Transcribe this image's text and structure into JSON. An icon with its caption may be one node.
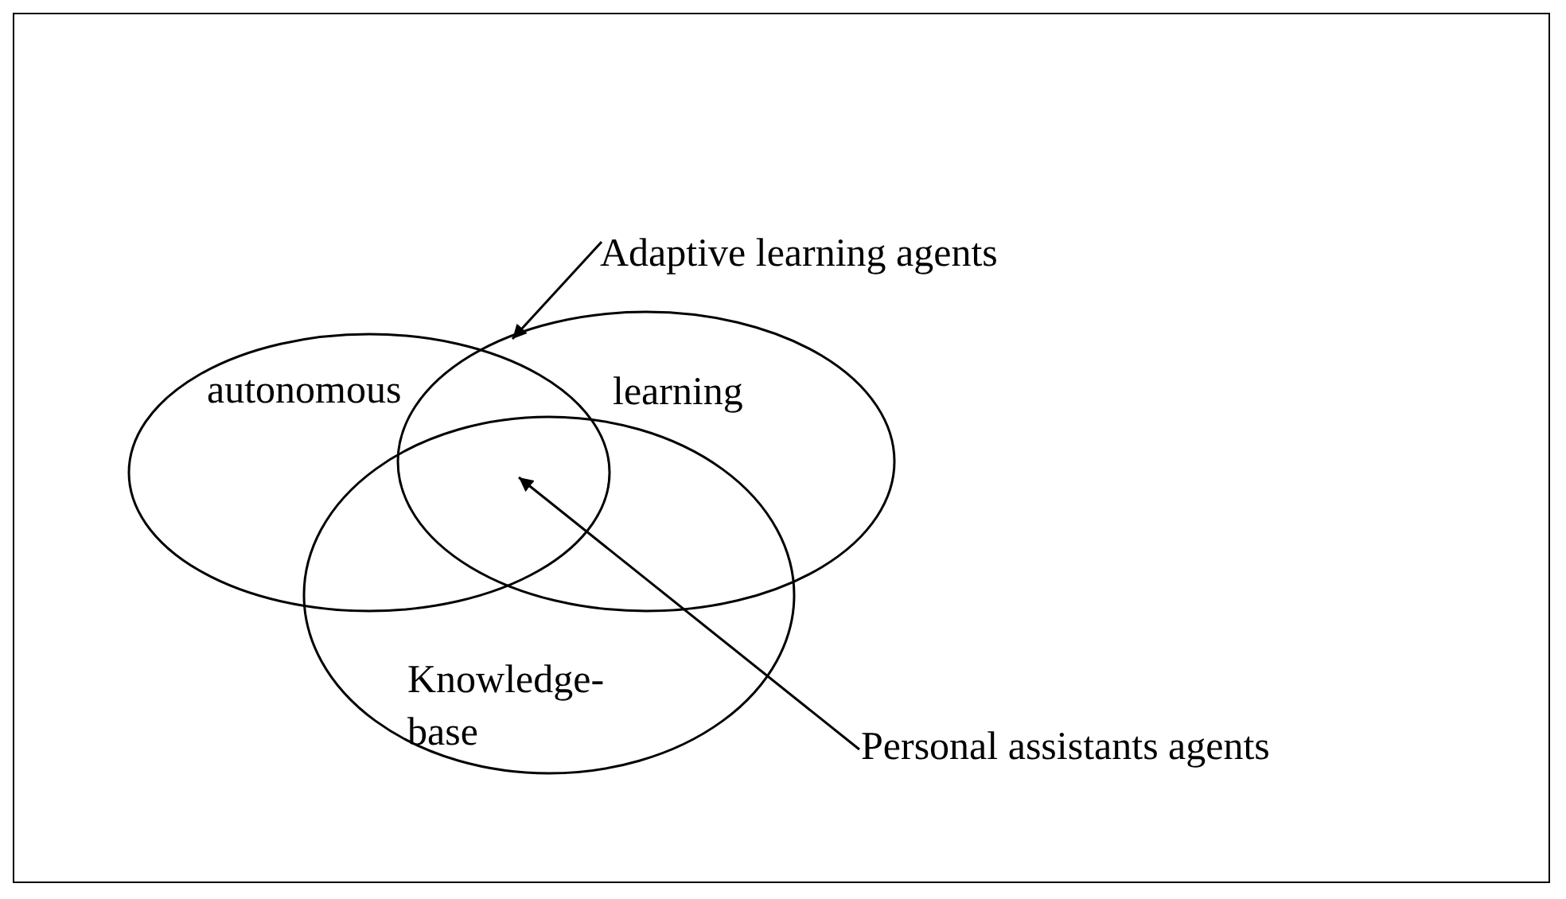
{
  "diagram": {
    "nodes": [
      {
        "text": [
          "autonomous"
        ]
      },
      {
        "text": [
          "learning"
        ]
      },
      {
        "text": [
          "Knowledge- base"
        ]
      },
      {
        "text": [
          "Adaptive learning agents"
        ]
      },
      {
        "text": [
          "Personal assistants agents"
        ]
      }
    ],
    "edges": [
      {
        "from": 3,
        "to": 0,
        "arrow": "to"
      },
      {
        "from": 4,
        "to": 0,
        "arrow": "to"
      }
    ]
  }
}
